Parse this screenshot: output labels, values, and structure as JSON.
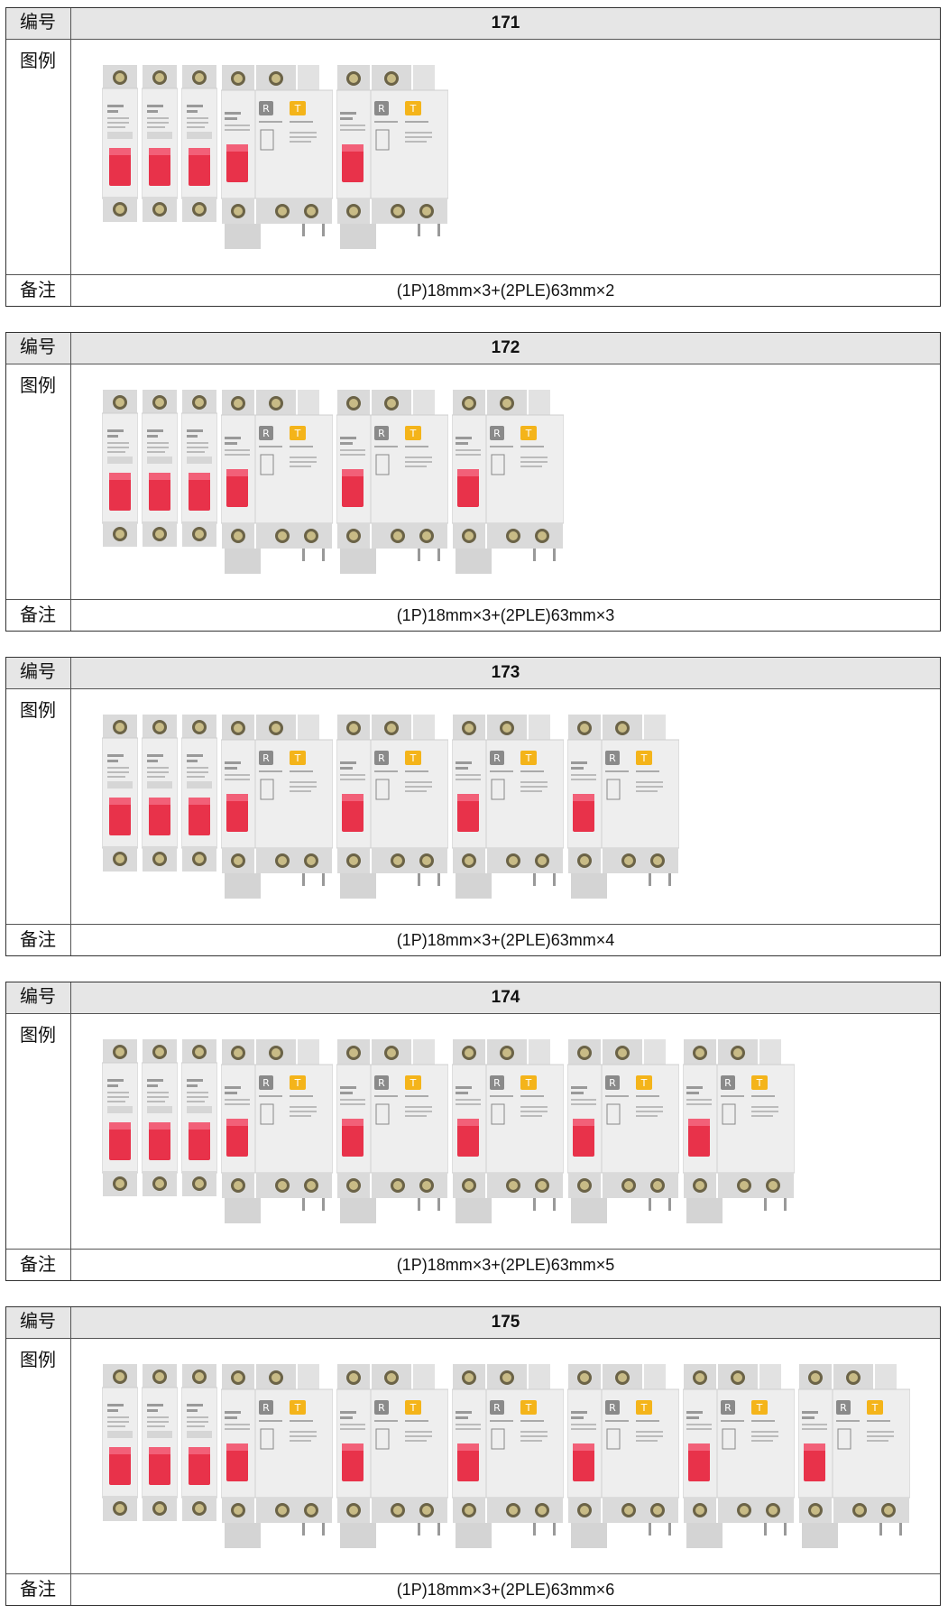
{
  "labels": {
    "number": "编号",
    "figure": "图例",
    "remark": "备注"
  },
  "tables": [
    {
      "number": "171",
      "remark": "(1P)18mm×3+(2PLE)63mm×2",
      "single_pole_count": 3,
      "rcbo_count": 2
    },
    {
      "number": "172",
      "remark": "(1P)18mm×3+(2PLE)63mm×3",
      "single_pole_count": 3,
      "rcbo_count": 3
    },
    {
      "number": "173",
      "remark": "(1P)18mm×3+(2PLE)63mm×4",
      "single_pole_count": 3,
      "rcbo_count": 4
    },
    {
      "number": "174",
      "remark": "(1P)18mm×3+(2PLE)63mm×5",
      "single_pole_count": 3,
      "rcbo_count": 5
    },
    {
      "number": "175",
      "remark": "(1P)18mm×3+(2PLE)63mm×6",
      "single_pole_count": 3,
      "rcbo_count": 6
    }
  ],
  "colors": {
    "handle": "#e8324a",
    "test_button": "#f4b41a",
    "reset_button": "#8a8a8a",
    "body": "#e9e9e9",
    "header_bg": "#e6e6e6"
  }
}
